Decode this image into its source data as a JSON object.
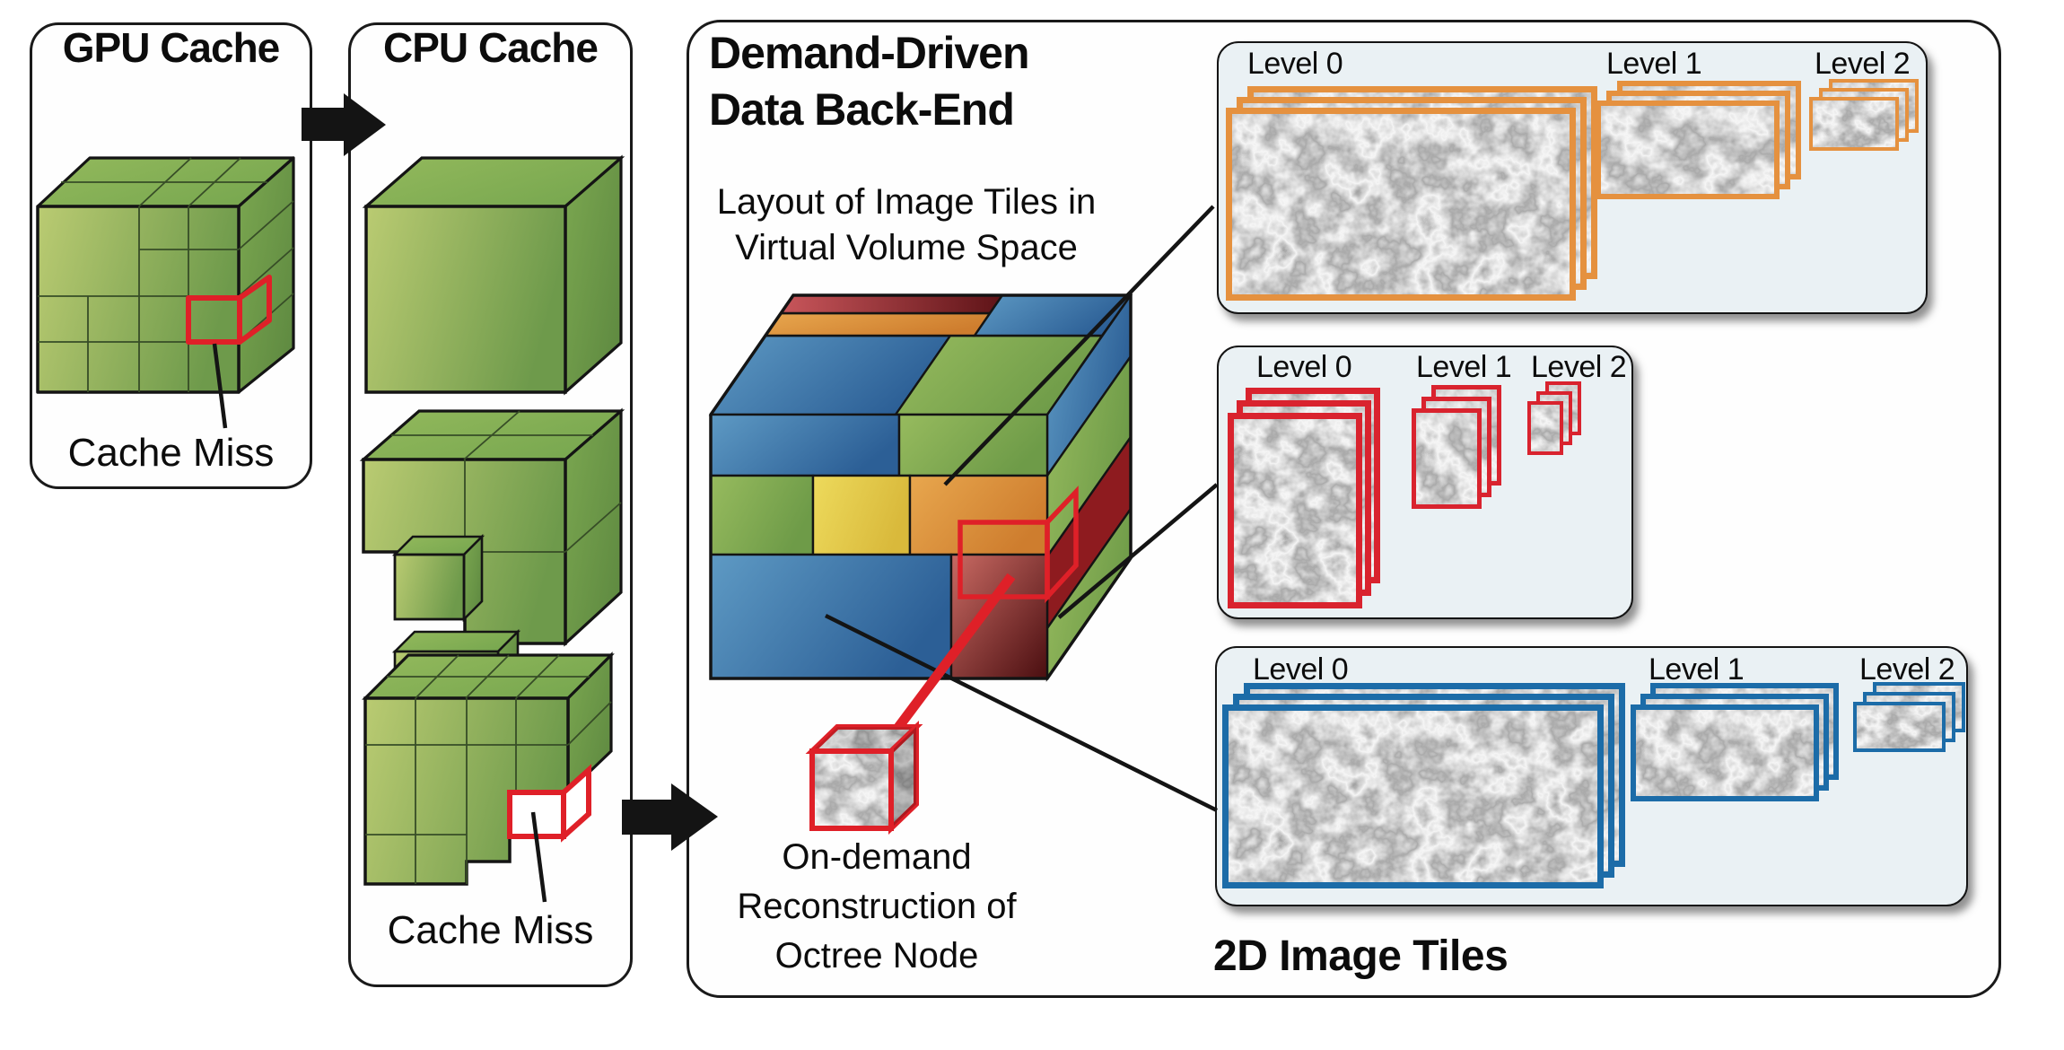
{
  "panels": {
    "gpu": {
      "title": "GPU Cache",
      "cache_miss_label": "Cache Miss"
    },
    "cpu": {
      "title": "CPU Cache",
      "cache_miss_label": "Cache Miss"
    },
    "backend": {
      "title_line1": "Demand-Driven",
      "title_line2": "Data Back-End",
      "layout_caption_line1": "Layout of Image Tiles in",
      "layout_caption_line2": "Virtual Volume Space",
      "recon_line1": "On-demand",
      "recon_line2": "Reconstruction of",
      "recon_line3": "Octree Node",
      "tiles_caption": "2D Image Tiles"
    }
  },
  "tile_groups": [
    {
      "id": "orange",
      "color": "#E5913F",
      "levels": [
        "Level 0",
        "Level 1",
        "Level 2"
      ]
    },
    {
      "id": "red",
      "color": "#D9232E",
      "levels": [
        "Level 0",
        "Level 1",
        "Level 2"
      ]
    },
    {
      "id": "blue",
      "color": "#1C6CA8",
      "levels": [
        "Level 0",
        "Level 1",
        "Level 2"
      ]
    }
  ],
  "colors": {
    "highlight_red": "#DF2028",
    "panel_background": "#EAF1F4",
    "cube_green_light": "#BACB72",
    "cube_green_dark": "#6E9A4B",
    "arrow_black": "#141414"
  }
}
